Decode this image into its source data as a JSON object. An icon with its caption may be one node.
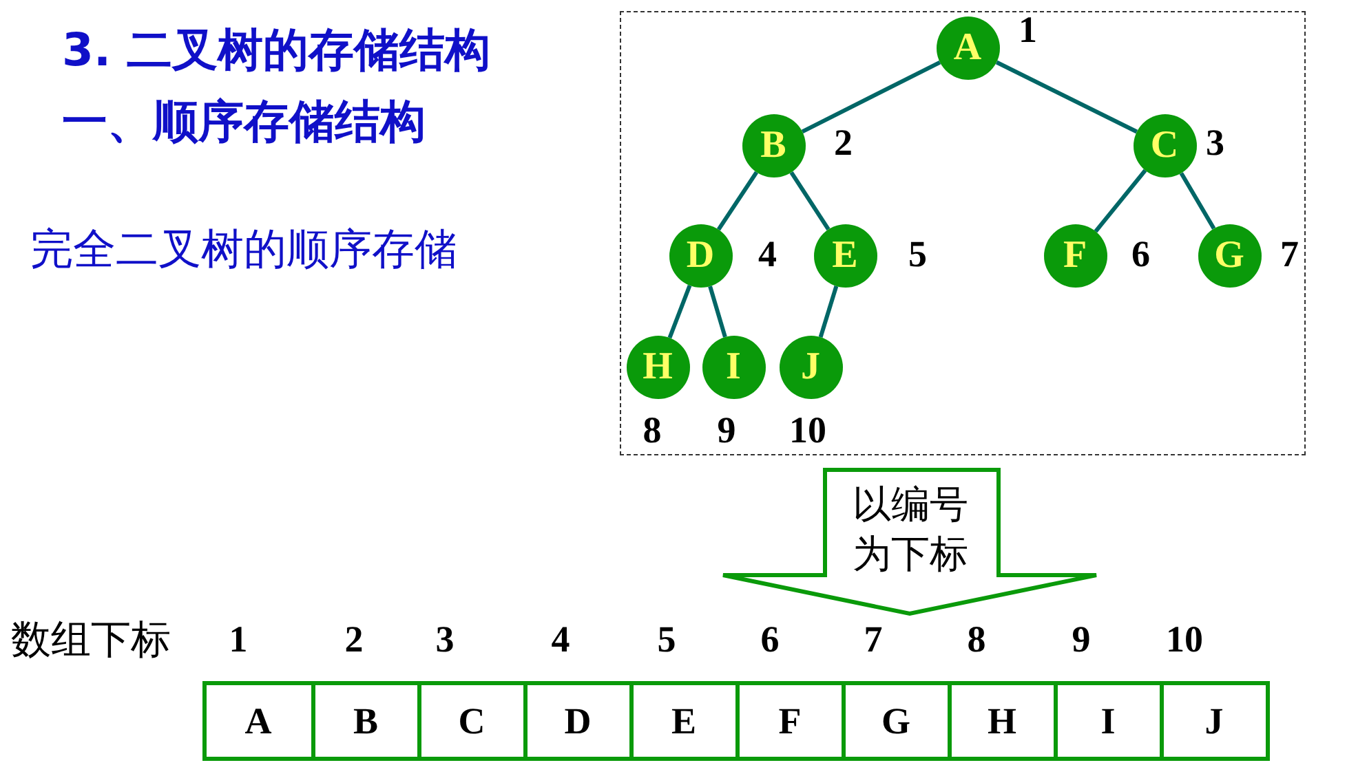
{
  "diagram": {
    "title": "3. 二叉树的存储结构",
    "nodes": [
      {
        "text": [],
        "shape": "box"
      },
      {
        "text": [
          "A"
        ],
        "in": 0,
        "beside": [
          "1"
        ]
      },
      {
        "text": [
          "B"
        ],
        "in": 0,
        "beside": [
          "2"
        ]
      },
      {
        "text": [
          "C"
        ],
        "in": 0,
        "beside": [
          "3"
        ]
      },
      {
        "text": [
          "D"
        ],
        "in": 0,
        "beside": [
          "4"
        ]
      },
      {
        "text": [
          "E"
        ],
        "in": 0,
        "beside": [
          "5"
        ]
      },
      {
        "text": [
          "F"
        ],
        "in": 0,
        "beside": [
          "6"
        ]
      },
      {
        "text": [
          "G"
        ],
        "in": 0,
        "beside": [
          "7"
        ]
      },
      {
        "text": [
          "H"
        ],
        "in": 0,
        "beside": [
          "8"
        ]
      },
      {
        "text": [
          "I"
        ],
        "in": 0,
        "beside": [
          "9"
        ]
      },
      {
        "text": [
          "J"
        ],
        "in": 0,
        "beside": [
          "10"
        ]
      },
      {
        "text": [
          "以编号为下标"
        ]
      },
      {
        "text": [
          "A"
        ]
      },
      {
        "text": [
          "B"
        ]
      },
      {
        "text": [
          "C"
        ]
      },
      {
        "text": [
          "D"
        ]
      },
      {
        "text": [
          "E"
        ]
      },
      {
        "text": [
          "F"
        ]
      },
      {
        "text": [
          "G"
        ]
      },
      {
        "text": [
          "H"
        ]
      },
      {
        "text": [
          "I"
        ]
      },
      {
        "text": [
          "J"
        ]
      }
    ],
    "edges": [
      {
        "from": 1,
        "to": 2,
        "arrow": "none"
      },
      {
        "from": 1,
        "to": 3,
        "arrow": "none"
      },
      {
        "from": 2,
        "to": 4,
        "arrow": "none"
      },
      {
        "from": 2,
        "to": 5,
        "arrow": "none"
      },
      {
        "from": 3,
        "to": 6,
        "arrow": "none"
      },
      {
        "from": 3,
        "to": 7,
        "arrow": "none"
      },
      {
        "from": 4,
        "to": 8,
        "arrow": "none"
      },
      {
        "from": 4,
        "to": 9,
        "arrow": "none"
      },
      {
        "from": 5,
        "to": 10,
        "arrow": "none"
      }
    ],
    "labels": [
      "一、顺序存储结构",
      "完全二叉树的顺序存储",
      "数组下标",
      "1",
      "2",
      "3",
      "4",
      "5",
      "6",
      "7",
      "8",
      "9",
      "10"
    ]
  }
}
